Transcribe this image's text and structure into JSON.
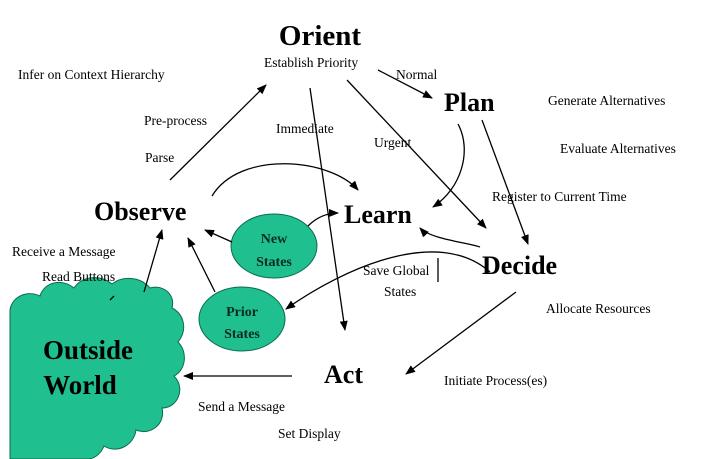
{
  "nodes": {
    "orient": "Orient",
    "plan": "Plan",
    "observe": "Observe",
    "learn": "Learn",
    "decide": "Decide",
    "act": "Act"
  },
  "circles": {
    "new_states_line1": "New",
    "new_states_line2": "States",
    "prior_states_line1": "Prior",
    "prior_states_line2": "States"
  },
  "cloud": {
    "line1": "Outside",
    "line2": "World"
  },
  "labels": {
    "establish_priority": "Establish Priority",
    "infer_context": "Infer on Context Hierarchy",
    "normal": "Normal",
    "pre_process": "Pre-process",
    "immediate": "Immediate",
    "urgent": "Urgent",
    "parse": "Parse",
    "generate_alternatives": "Generate Alternatives",
    "evaluate_alternatives": "Evaluate Alternatives",
    "register_time": "Register to Current Time",
    "receive_message": "Receive a Message",
    "read_buttons": "Read Buttons",
    "save_global": "Save Global",
    "states": "States",
    "allocate_resources": "Allocate Resources",
    "initiate_process": "Initiate Process(es)",
    "send_message": "Send a Message",
    "set_display": "Set Display"
  },
  "colors": {
    "state_fill": "#1fbf8f",
    "cloud_fill": "#1fbf8f",
    "ink": "#000000"
  }
}
